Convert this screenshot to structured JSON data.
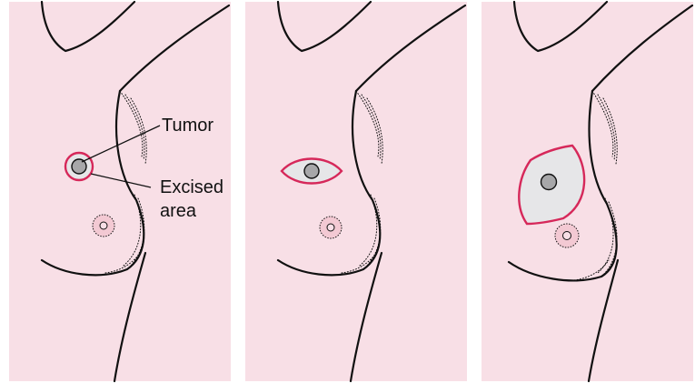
{
  "labels": {
    "tumor": "Tumor",
    "excised_line1": "Excised",
    "excised_line2": "area"
  },
  "panels": [
    {
      "step": 1,
      "excision_shape": "circle"
    },
    {
      "step": 2,
      "excision_shape": "horizontal ellipse"
    },
    {
      "step": 3,
      "excision_shape": "large vertical leaf"
    }
  ],
  "colors": {
    "skin": "#f8dfe6",
    "excision_outline": "#d6285a",
    "excision_fill": "#e6e6e8",
    "tumor_fill": "#a7a7a9",
    "outline": "#111111"
  }
}
